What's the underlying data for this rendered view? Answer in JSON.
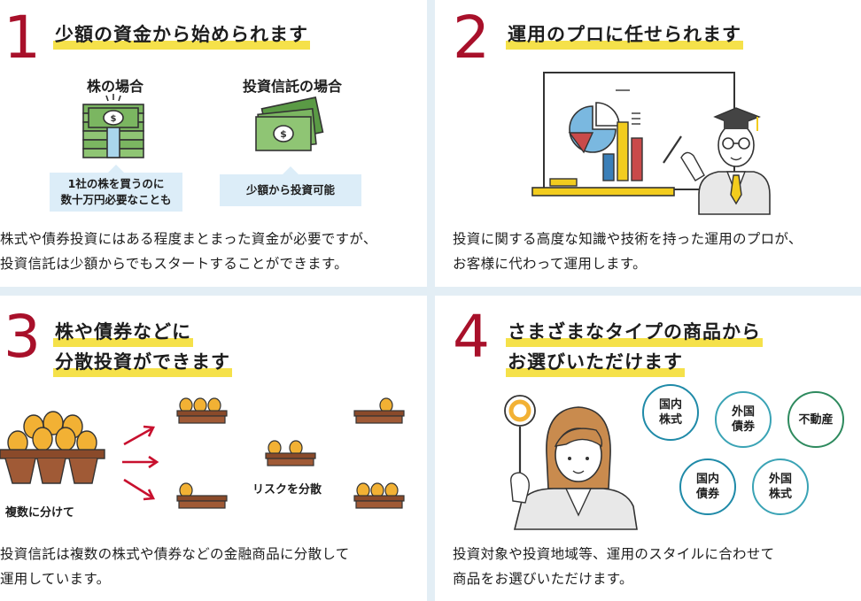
{
  "panels": [
    {
      "number": "1",
      "heading": "少額の資金から始められます",
      "stock_title": "株の場合",
      "fund_title": "投資信託の場合",
      "stock_callout_line1": "1社の株を買うのに",
      "stock_callout_line2": "数十万円必要なことも",
      "fund_callout": "少額から投資可能",
      "body_line1": "株式や債券投資にはある程度まとまった資金が必要ですが、",
      "body_line2": "投資信託は少額からでもスタートすることができます。"
    },
    {
      "number": "2",
      "heading": "運用のプロに任せられます",
      "body_line1": "投資に関する高度な知識や技術を持った運用のプロが、",
      "body_line2": "お客様に代わって運用します。"
    },
    {
      "number": "3",
      "heading_line1": "株や債券などに",
      "heading_line2": "分散投資ができます",
      "label_many": "複数に分けて",
      "label_risk": "リスクを分散",
      "body_line1": "投資信託は複数の株式や債券などの金融商品に分散して",
      "body_line2": "運用しています。"
    },
    {
      "number": "4",
      "heading_line1": "さまざまなタイプの商品から",
      "heading_line2": "お選びいただけます",
      "circles": [
        {
          "line1": "国内",
          "line2": "株式"
        },
        {
          "line1": "外国",
          "line2": "債券"
        },
        {
          "line1": "不動産",
          "line2": ""
        },
        {
          "line1": "国内",
          "line2": "債券"
        },
        {
          "line1": "外国",
          "line2": "株式"
        }
      ],
      "body_line1": "投資対象や投資地域等、運用のスタイルに合わせて",
      "body_line2": "商品をお選びいただけます。"
    }
  ],
  "colors": {
    "accent_red": "#a8102a",
    "highlight_yellow": "#f5e14a",
    "callout_blue": "#dcedf8",
    "money_green": "#7bb661",
    "egg_orange": "#f2b134",
    "tray_brown": "#8a4a2a",
    "circle_blue": "#1f8aa8",
    "circle_green": "#2e8a5e"
  }
}
